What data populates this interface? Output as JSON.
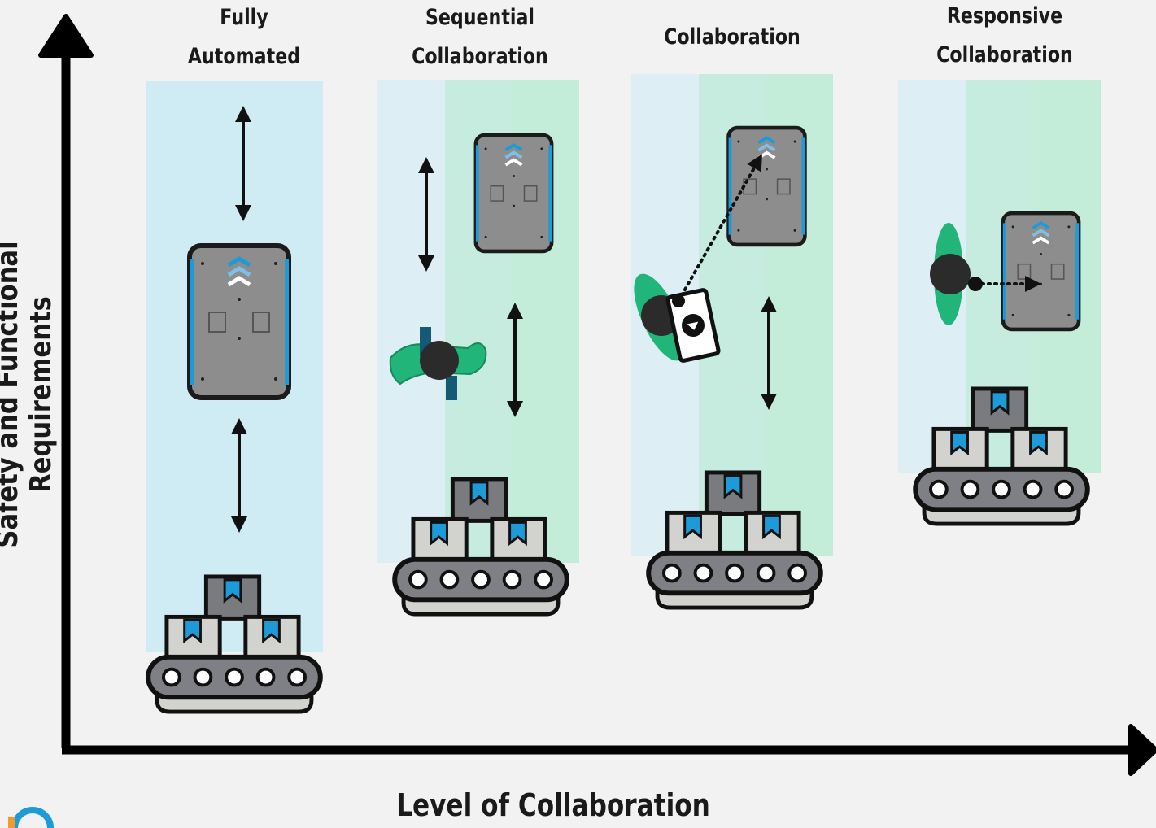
{
  "axes": {
    "x_label": "Level of Collaboration",
    "y_label": "Safety and Functional Requirements"
  },
  "columns": [
    {
      "line1": "Fully",
      "line2": "Automated"
    },
    {
      "line1": "Sequential",
      "line2": "Collaboration"
    },
    {
      "line1": "Collaboration",
      "line2": ""
    },
    {
      "line1": "Responsive",
      "line2": "Collaboration"
    }
  ],
  "colors": {
    "background": "#f2f2f2",
    "zone_blue": "#cfecf5",
    "zone_light_blue": "#ddeef4",
    "zone_teal": "#c6ebdf",
    "zone_green": "#c3ecd9",
    "robot_gray": "#8d8d8d",
    "accent_blue": "#1d9bd8",
    "human_green": "#22b57a"
  },
  "icons": [
    "mobile-robot-icon",
    "human-worker-icon",
    "tablet-icon",
    "conveyor-boxes-icon",
    "double-arrow-icon"
  ]
}
